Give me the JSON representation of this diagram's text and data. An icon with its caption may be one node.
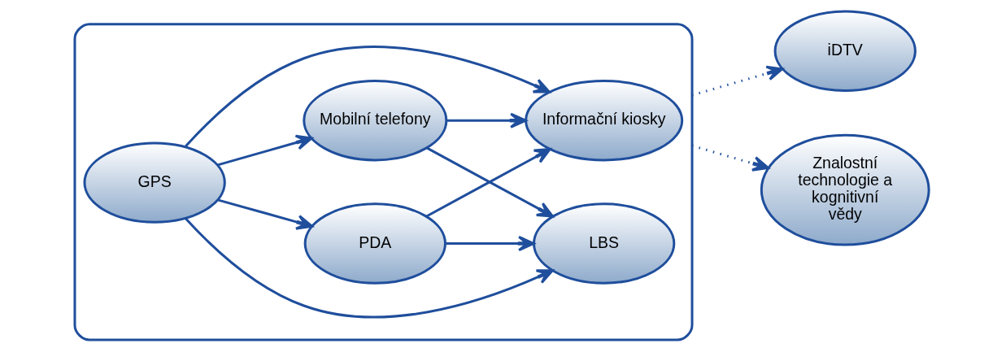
{
  "diagram": {
    "nodes": [
      {
        "text": [],
        "shape": "box"
      },
      {
        "text": [
          "GPS"
        ],
        "in": 0
      },
      {
        "text": [
          "PDA"
        ],
        "in": 0
      },
      {
        "text": [
          "Mobilní telefony"
        ],
        "in": 0
      },
      {
        "text": [
          "LBS"
        ],
        "in": 0
      },
      {
        "text": [
          "Informační kiosky"
        ],
        "in": 0
      },
      {
        "text": [
          "iDTV"
        ]
      },
      {
        "text": [
          "Znalostní technologie a kognitivní vědy"
        ]
      }
    ],
    "edges": [
      {
        "from": 1,
        "to": 2,
        "arrow": "to"
      },
      {
        "from": 1,
        "to": 3,
        "arrow": "to"
      },
      {
        "from": 1,
        "to": 4,
        "arrow": "to"
      },
      {
        "from": 1,
        "to": 5,
        "arrow": "to"
      },
      {
        "from": 2,
        "to": 4,
        "arrow": "to"
      },
      {
        "from": 2,
        "to": 5,
        "arrow": "to"
      },
      {
        "from": 3,
        "to": 4,
        "arrow": "to"
      },
      {
        "from": 3,
        "to": 5,
        "arrow": "to"
      },
      {
        "from": 0,
        "to": 6,
        "arrow": "to",
        "style": "dashed"
      },
      {
        "from": 0,
        "to": 7,
        "arrow": "to",
        "style": "dashed"
      }
    ]
  }
}
